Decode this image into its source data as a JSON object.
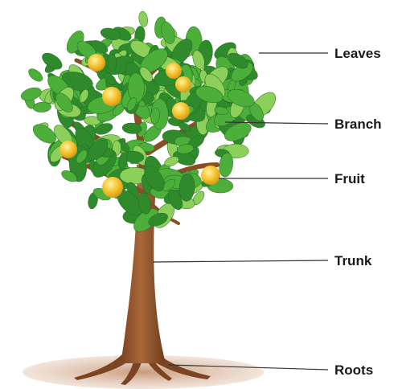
{
  "labels": {
    "leaves": "Leaves",
    "branch": "Branch",
    "fruit": "Fruit",
    "trunk": "Trunk",
    "roots": "Roots"
  },
  "colors": {
    "leaf_dark": "#2f8a2c",
    "leaf_mid": "#4caf3a",
    "leaf_light": "#8ccf5a",
    "fruit": "#f2c230",
    "trunk": "#9a5a2e",
    "trunk_dark": "#6e3c1c",
    "ground": "#d8b49a",
    "text": "#1a1a1a"
  }
}
